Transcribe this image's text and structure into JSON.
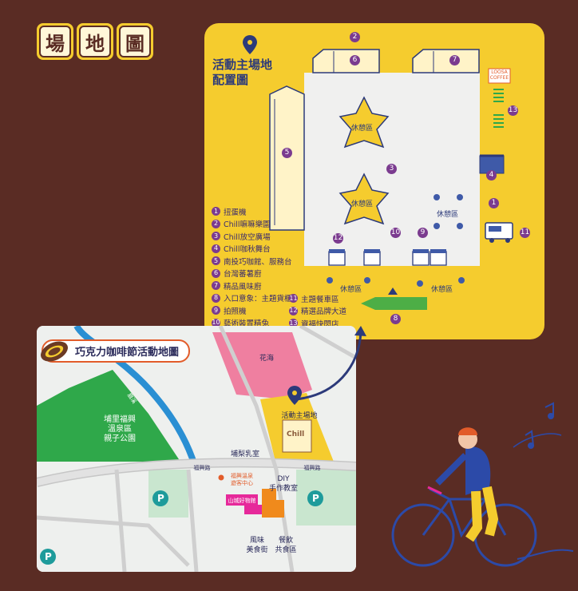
{
  "title_chars": [
    "場",
    "地",
    "圖"
  ],
  "venue": {
    "title_line1": "活動主場地",
    "title_line2": "配置圖",
    "rest_area": "休憩區",
    "cafe_sign_line1": "LOOSA",
    "cafe_sign_line2": "COFFEE",
    "legend": [
      {
        "n": "1",
        "text": "扭蛋機"
      },
      {
        "n": "2",
        "text": "Chill嘛嘛樂園"
      },
      {
        "n": "3",
        "text": "Chill放空廣場"
      },
      {
        "n": "4",
        "text": "Chill咖秋舞台"
      },
      {
        "n": "5",
        "text": "南投巧咖館、服務台"
      },
      {
        "n": "6",
        "text": "台灣蕃薯廚"
      },
      {
        "n": "7",
        "text": "精品風味廚"
      },
      {
        "n": "8",
        "text": "入口意象：主題貨櫃"
      },
      {
        "n": "9",
        "text": "拍照機"
      },
      {
        "n": "10",
        "text": "藝術裝置精兔"
      },
      {
        "n": "11",
        "text": "主題餐車區"
      },
      {
        "n": "12",
        "text": "精選品牌大道"
      },
      {
        "n": "13",
        "text": "資福快閃店"
      }
    ]
  },
  "map": {
    "title": "巧克力咖啡節活動地圖",
    "flower_sea": "花海",
    "main_venue": "活動主場地",
    "park_line1": "埔里福興",
    "park_line2": "溫泉區",
    "park_line3": "親子公園",
    "river": "眉溪",
    "road1": "福興路",
    "road2": "福興路",
    "dairy": "埔梨乳室",
    "visitor_line1": "福興溫泉",
    "visitor_line2": "遊客中心",
    "diy_line1": "DIY",
    "diy_line2": "手作教室",
    "mall": "山城好物館",
    "food_street_line1": "風味",
    "food_street_line2": "美食街",
    "dining_line1": "餐飲",
    "dining_line2": "共食區",
    "parking": "P",
    "grill_sign": "Chill"
  },
  "colors": {
    "background": "#5a2c24",
    "yellow": "#f5cc2e",
    "purple": "#7b3b8f",
    "navy": "#2c3a7a",
    "green": "#2fa84a",
    "pink": "#ef7fa0",
    "orange": "#e25c2a"
  },
  "icons": [
    "location-pin-icon",
    "cocoa-pod-icon",
    "parking-icon",
    "tent-icon",
    "food-truck-icon",
    "stage-icon",
    "flower-icon",
    "cyclist-illustration",
    "music-note-icon",
    "arrow-icon"
  ]
}
